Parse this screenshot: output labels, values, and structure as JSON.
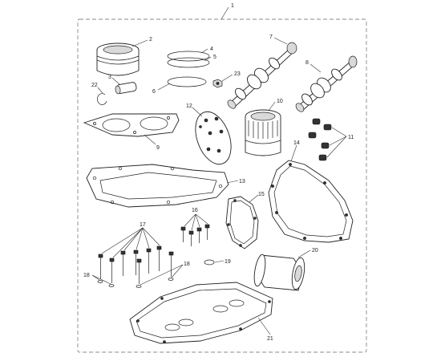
{
  "diagram": {
    "callouts": [
      {
        "key": "kit",
        "number": "1"
      },
      {
        "key": "piston",
        "number": "2"
      },
      {
        "key": "pin",
        "number": "3"
      },
      {
        "key": "ring-upper",
        "number": "4"
      },
      {
        "key": "ring-lower",
        "number": "5"
      },
      {
        "key": "ring-oil",
        "number": "6"
      },
      {
        "key": "camshaft-a",
        "number": "7"
      },
      {
        "key": "camshaft-b",
        "number": "8"
      },
      {
        "key": "head-gasket",
        "number": "9"
      },
      {
        "key": "filter-case",
        "number": "10"
      },
      {
        "key": "valve-caps",
        "number": "11"
      },
      {
        "key": "disc",
        "number": "12"
      },
      {
        "key": "base-gasket",
        "number": "13"
      },
      {
        "key": "cover-gasket-large",
        "number": "14"
      },
      {
        "key": "cover-gasket-small",
        "number": "15"
      },
      {
        "key": "bolts-short",
        "number": "16"
      },
      {
        "key": "bolts-long",
        "number": "17"
      },
      {
        "key": "washers-left",
        "number": "18"
      },
      {
        "key": "washers-right",
        "number": "18"
      },
      {
        "key": "seal-washer",
        "number": "19"
      },
      {
        "key": "oil-filter",
        "number": "20"
      },
      {
        "key": "sump-gasket",
        "number": "21"
      },
      {
        "key": "circlip",
        "number": "22"
      },
      {
        "key": "plug",
        "number": "23"
      }
    ]
  }
}
